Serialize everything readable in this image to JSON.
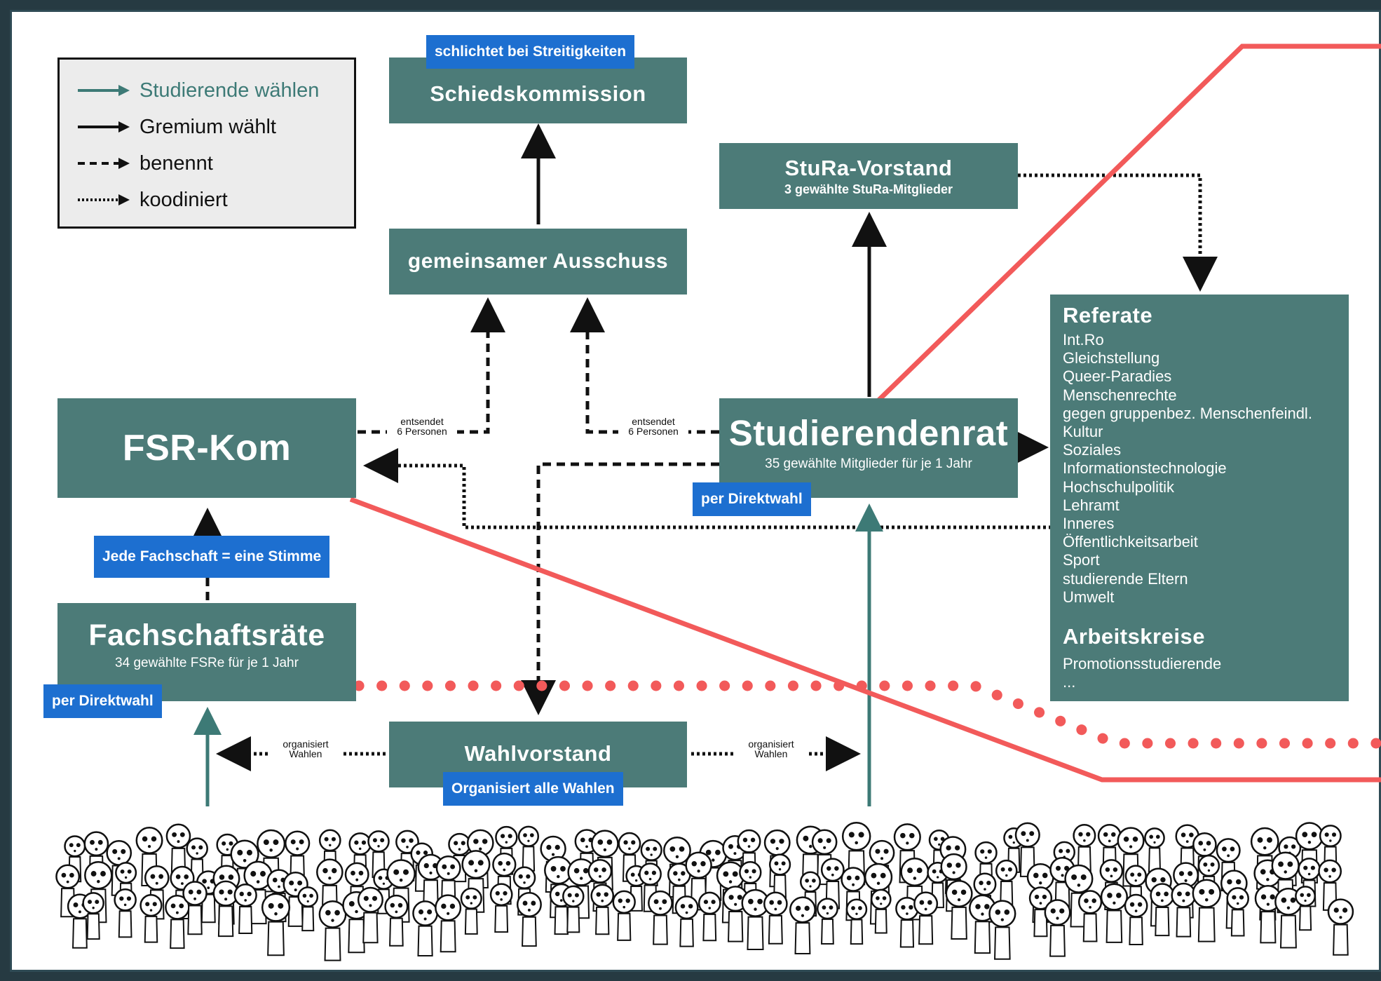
{
  "legend": {
    "items": [
      {
        "label": "Studierende wählen",
        "style": "teal-solid"
      },
      {
        "label": "Gremium wählt",
        "style": "black-solid"
      },
      {
        "label": "benennt",
        "style": "dashed"
      },
      {
        "label": "koodiniert",
        "style": "dotted"
      }
    ]
  },
  "boxes": {
    "schiedskommission": {
      "title": "Schiedskommission"
    },
    "ausschuss": {
      "title": "gemeinsamer Ausschuss"
    },
    "stura_vorstand": {
      "title": "StuRa-Vorstand",
      "sub": "3 gewählte StuRa-Mitglieder"
    },
    "fsr_kom": {
      "title": "FSR-Kom"
    },
    "studierendenrat": {
      "title": "Studierendenrat",
      "sub": "35 gewählte Mitglieder für je 1 Jahr"
    },
    "fachschaftsraete": {
      "title": "Fachschaftsräte",
      "sub": "34 gewählte FSRe für je 1 Jahr"
    },
    "wahlvorstand": {
      "title": "Wahlvorstand"
    }
  },
  "referate": {
    "heading": "Referate",
    "items": [
      "Int.Ro",
      "Gleichstellung",
      "Queer-Paradies",
      "Menschenrechte",
      "gegen gruppenbez. Menschenfeindl.",
      "Kultur",
      "Soziales",
      "Informationstechnologie",
      "Hochschulpolitik",
      "Lehramt",
      "Inneres",
      "Öffentlichkeitsarbeit",
      "Sport",
      "studierende Eltern",
      "Umwelt"
    ],
    "ak_heading": "Arbeitskreise",
    "ak_items": [
      "Promotionsstudierende",
      "..."
    ]
  },
  "badges": {
    "schlichtet": "schlichtet bei Streitigkeiten",
    "direktwahl_stura": "per Direktwahl",
    "fachschaft_stimme": "Jede Fachschaft = eine Stimme",
    "direktwahl_fsr": "per Direktwahl",
    "wahlen": "Organisiert alle Wahlen"
  },
  "edge_labels": {
    "entsendet_left": {
      "line1": "entsendet",
      "line2": "6 Personen"
    },
    "entsendet_right": {
      "line1": "entsendet",
      "line2": "6 Personen"
    },
    "organisiert_left": {
      "line1": "organisiert",
      "line2": "Wahlen"
    },
    "organisiert_right": {
      "line1": "organisiert",
      "line2": "Wahlen"
    }
  },
  "colors": {
    "box": "#4c7b78",
    "badge": "#1d6fd0",
    "teal_arrow": "#3d7a76",
    "red_overlay": "#f25a5a",
    "frame": "#263a42"
  },
  "crowd": {
    "description_icon": "students-crowd-icon"
  }
}
